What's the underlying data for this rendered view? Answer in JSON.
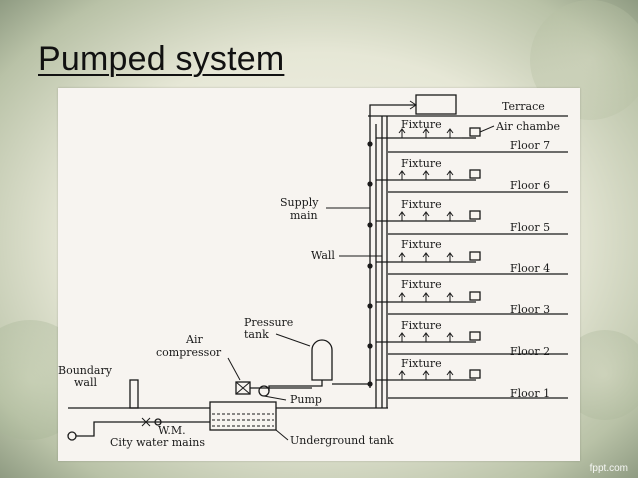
{
  "slide": {
    "title": "Pumped system",
    "watermark": "fppt.com"
  },
  "diagram": {
    "terrace": "Terrace",
    "air_chamber": "Air chambe",
    "fixture": "Fixture",
    "floors": [
      "Floor 7",
      "Floor 6",
      "Floor 5",
      "Floor 4",
      "Floor 3",
      "Floor 2",
      "Floor 1"
    ],
    "supply_main": [
      "Supply",
      "main"
    ],
    "wall": "Wall",
    "pressure_tank": [
      "Pressure",
      "tank"
    ],
    "air_compressor": [
      "Air",
      "compressor"
    ],
    "boundary_wall": [
      "Boundary",
      "wall"
    ],
    "pump": "Pump",
    "water_meter": "W.M.",
    "city_water_mains": "City water mains",
    "underground_tank": "Underground tank"
  }
}
